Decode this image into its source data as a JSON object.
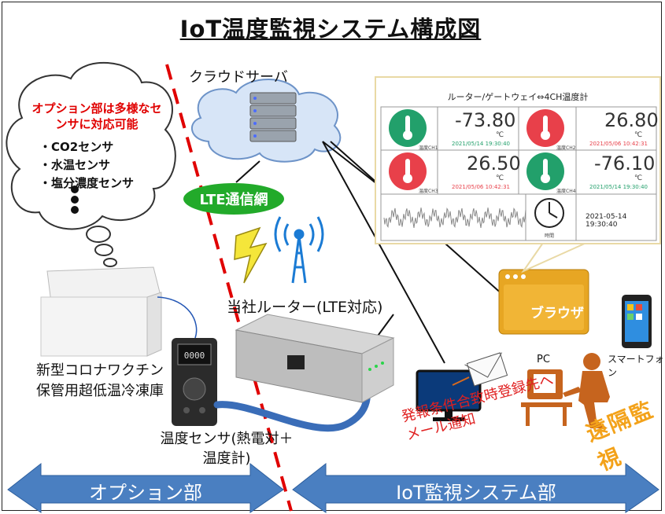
{
  "title": "IoT温度監視システム構成図",
  "cloud_label": "クラウドサーバ",
  "option_heading": "オプション部は多様なセンサに対応可能",
  "option_list": [
    "・CO2センサ",
    "・水温センサ",
    "・塩分濃度センサ"
  ],
  "lte_network": "LTE通信網",
  "router_label": "当社ルーター(LTE対応)",
  "freezer_label": "新型コロナワクチン保管用超低温冷凍庫",
  "sensor_label": "温度センサ(熱電対＋温度計)",
  "notify_label": "発報条件合致時登録先へメール通知",
  "remote_label": "遠隔監視",
  "pc_label": "PC",
  "phone_label": "スマートフォン",
  "browser_label": "ブラウザ",
  "arrow_left_label": "オプション部",
  "arrow_right_label": "IoT監視システム部",
  "dashboard": {
    "title": "ルーター/ゲートウェイ⇔4CH温度計",
    "channels": [
      {
        "name": "温度CH1",
        "value": "-73.80",
        "unit": "℃",
        "date": "2021/05/14 19:30:40",
        "color": "#22a06b"
      },
      {
        "name": "温度CH2",
        "value": "26.80",
        "unit": "℃",
        "date": "2021/05/06 10:42:31",
        "color": "#e8404a"
      },
      {
        "name": "温度CH3",
        "value": "26.50",
        "unit": "℃",
        "date": "2021/05/06 10:42:31",
        "color": "#e8404a"
      },
      {
        "name": "温度CH4",
        "value": "-76.10",
        "unit": "℃",
        "date": "2021/05/14 19:30:40",
        "color": "#22a06b"
      }
    ],
    "clock_label": "時間",
    "datetime": "2021-05-14 19:30:40"
  }
}
